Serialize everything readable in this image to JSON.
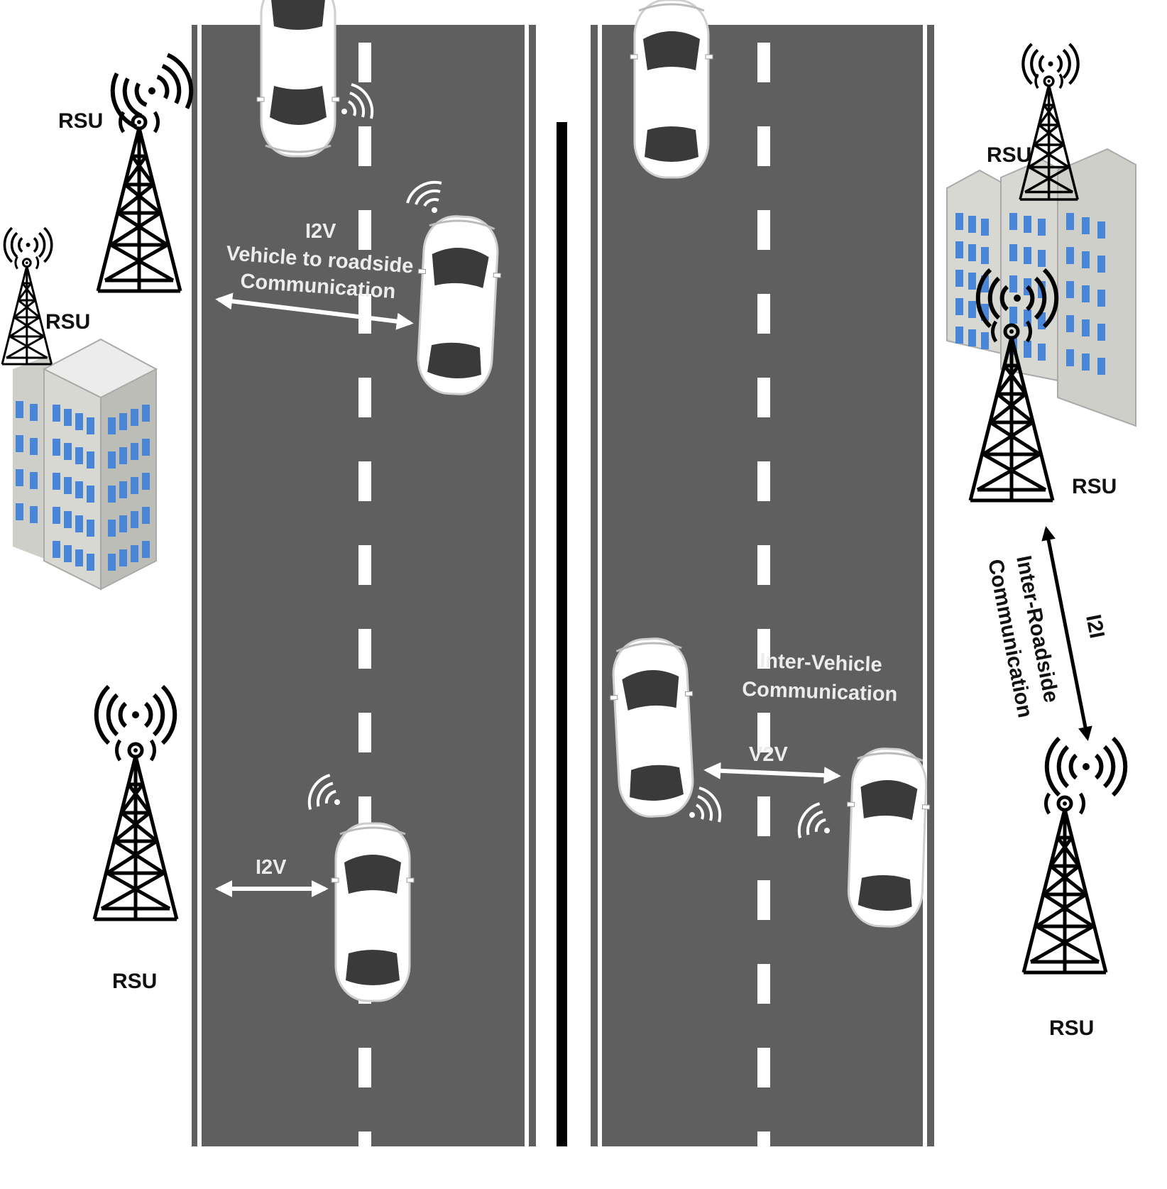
{
  "labels": {
    "rsu": "RSU",
    "i2v": "I2V",
    "i2v_desc_line1": "Vehicle to roadside",
    "i2v_desc_line2": "Communication",
    "v2v": "V2V",
    "v2v_desc_line1": "Inter-Vehicle",
    "v2v_desc_line2": "Communication",
    "i2i": "I2I",
    "i2i_desc_line1": "Inter-Roadside",
    "i2i_desc_line2": "Communication"
  },
  "colors": {
    "road": "#5f5f5f",
    "lane_marking": "#ffffff",
    "median": "#000000",
    "building_face": "#d8d8d2",
    "building_window": "#4a86d8",
    "tower": "#000000"
  }
}
